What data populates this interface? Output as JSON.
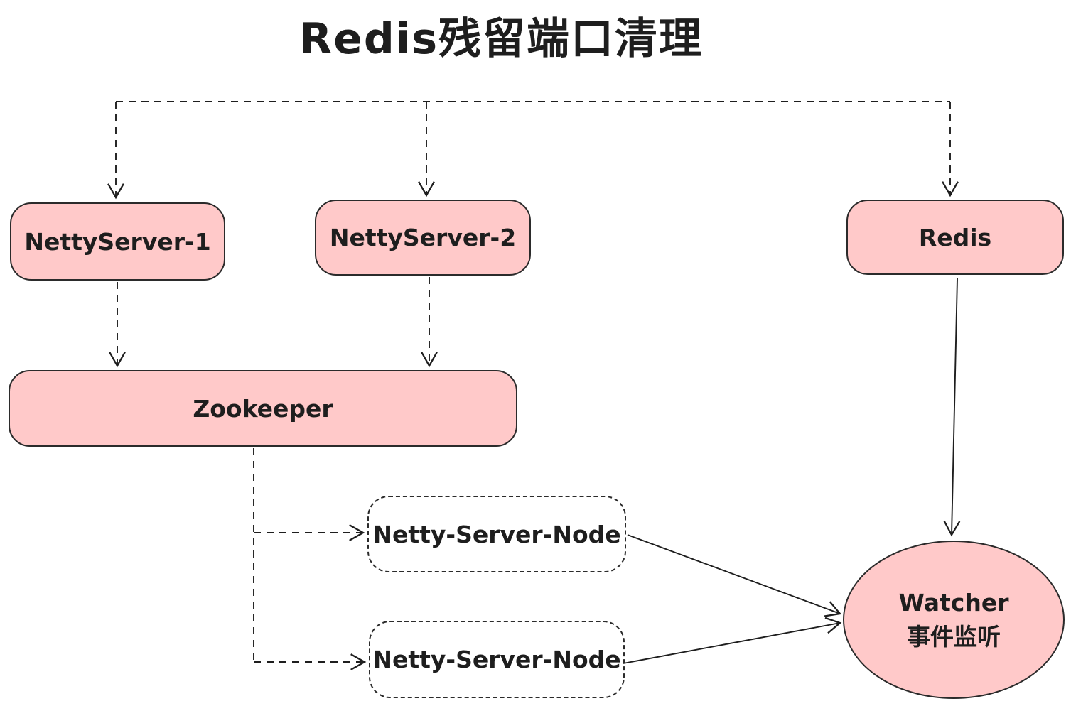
{
  "title": "Redis残留端口清理",
  "colors": {
    "node_fill": "#ffc9c9",
    "stroke": "#1e1e1e",
    "background": "#ffffff"
  },
  "nodes": {
    "netty1": {
      "label": "NettyServer-1",
      "shape": "rounded-rectangle",
      "fill": "pink"
    },
    "netty2": {
      "label": "NettyServer-2",
      "shape": "rounded-rectangle",
      "fill": "pink"
    },
    "redis": {
      "label": "Redis",
      "shape": "rounded-rectangle",
      "fill": "pink"
    },
    "zookeeper": {
      "label": "Zookeeper",
      "shape": "rounded-rectangle",
      "fill": "pink"
    },
    "node1": {
      "label": "Netty-Server-Node",
      "shape": "rounded-rectangle",
      "fill": "none",
      "border": "dashed"
    },
    "node2": {
      "label": "Netty-Server-Node",
      "shape": "rounded-rectangle",
      "fill": "none",
      "border": "dashed"
    },
    "watcher": {
      "line1": "Watcher",
      "line2": "事件监听",
      "shape": "ellipse",
      "fill": "pink"
    }
  },
  "edges": [
    {
      "from": "top",
      "to": "netty1",
      "style": "dashed-arrow"
    },
    {
      "from": "top",
      "to": "netty2",
      "style": "dashed-arrow"
    },
    {
      "from": "top",
      "to": "redis",
      "style": "dashed-arrow"
    },
    {
      "from": "netty1",
      "to": "zookeeper",
      "style": "dashed-arrow"
    },
    {
      "from": "netty2",
      "to": "zookeeper",
      "style": "dashed-arrow"
    },
    {
      "from": "zookeeper",
      "to": "node1",
      "style": "dashed-arrow"
    },
    {
      "from": "zookeeper",
      "to": "node2",
      "style": "dashed-arrow"
    },
    {
      "from": "node1",
      "to": "watcher",
      "style": "solid-arrow"
    },
    {
      "from": "node2",
      "to": "watcher",
      "style": "solid-arrow"
    },
    {
      "from": "redis",
      "to": "watcher",
      "style": "solid-arrow"
    }
  ]
}
